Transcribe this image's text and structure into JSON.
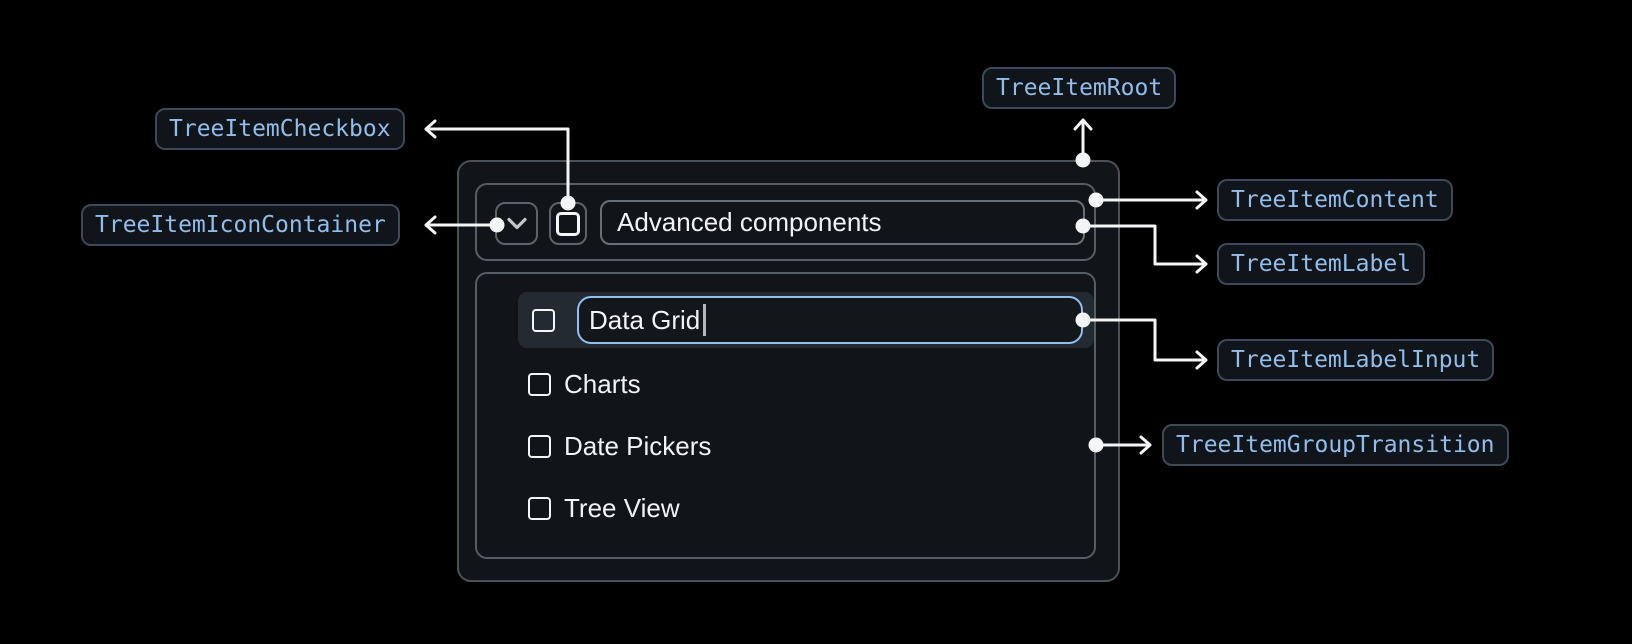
{
  "diagram": {
    "annotations": {
      "root": "TreeItemRoot",
      "checkbox": "TreeItemCheckbox",
      "icon_container": "TreeItemIconContainer",
      "content": "TreeItemContent",
      "label": "TreeItemLabel",
      "label_input": "TreeItemLabelInput",
      "group_transition": "TreeItemGroupTransition"
    }
  },
  "tree_view": {
    "root_item": {
      "label": "Advanced components",
      "expanded": true,
      "checked": false,
      "expand_icon": "chevron-down"
    },
    "children": [
      {
        "label": "Data Grid",
        "checked": false,
        "editing": true,
        "caret_visible": true
      },
      {
        "label": "Charts",
        "checked": false
      },
      {
        "label": "Date Pickers",
        "checked": false
      },
      {
        "label": "Tree View",
        "checked": false
      }
    ]
  },
  "colors": {
    "page_bg": "#000000",
    "panel_bg": "#111418",
    "panel_border": "#4a5158",
    "badge_bg": "#10151c",
    "badge_border": "#3e4856",
    "badge_text": "#93bde9",
    "input_border": "#8fc0f0",
    "row_highlight": "#242a32",
    "connector": "#f4f5f7",
    "text_primary": "#f2f3f5"
  }
}
